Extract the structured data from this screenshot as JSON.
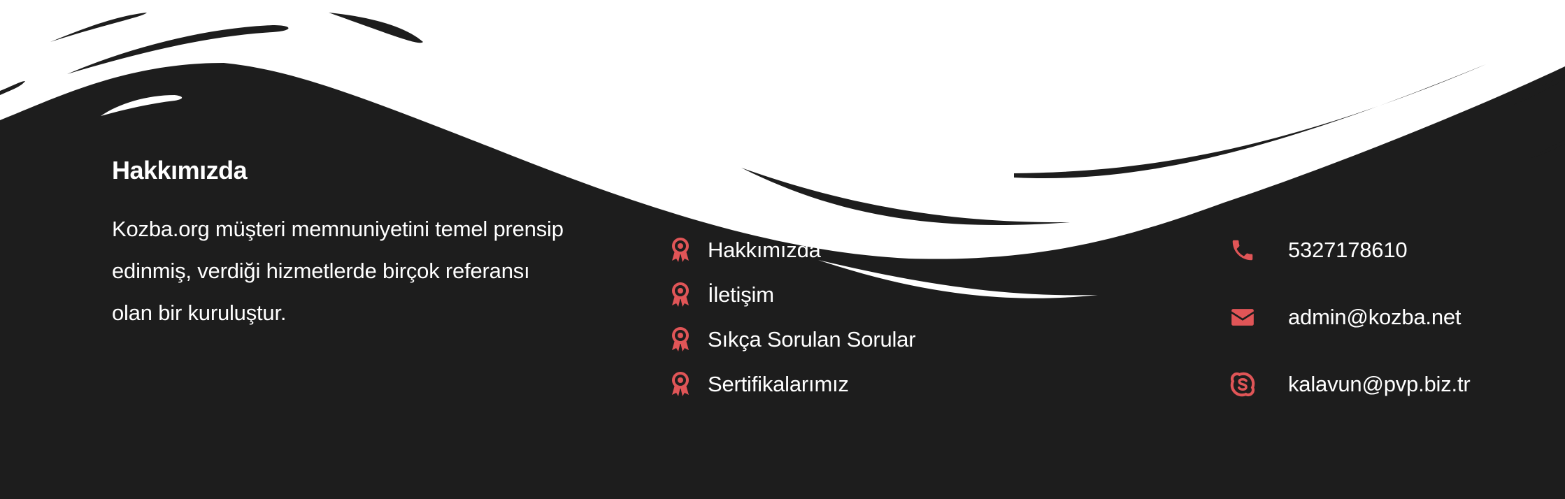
{
  "accent_color": "#e05557",
  "background_color": "#1d1d1d",
  "about": {
    "title": "Hakkımızda",
    "text": "Kozba.org müşteri memnuniyetini temel prensip edinmiş, verdiği hizmetlerde birçok referansı olan bir kuruluştur."
  },
  "links": {
    "items": [
      {
        "label": "Hakkımızda",
        "icon": "award-icon"
      },
      {
        "label": "İletişim",
        "icon": "award-icon"
      },
      {
        "label": "Sıkça Sorulan Sorular",
        "icon": "award-icon"
      },
      {
        "label": "Sertifikalarımız",
        "icon": "award-icon"
      }
    ]
  },
  "contact": {
    "phone": {
      "value": "5327178610",
      "icon": "phone-icon"
    },
    "email": {
      "value": "admin@kozba.net",
      "icon": "envelope-icon"
    },
    "skype": {
      "value": "kalavun@pvp.biz.tr",
      "icon": "skype-icon"
    }
  }
}
